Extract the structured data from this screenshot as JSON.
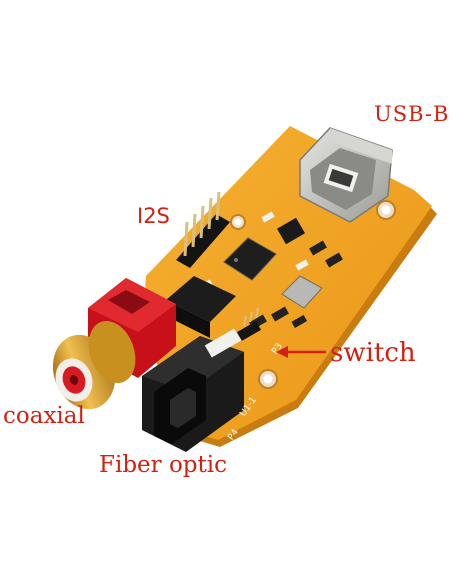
{
  "labels": {
    "usb": "USB-B",
    "i2s": "I2S",
    "switch": "switch",
    "coaxial": "coaxial",
    "fiber": "Fiber optic"
  },
  "silkscreen": {
    "p4": "P4",
    "p3": "P3",
    "u1": "U1-1"
  },
  "colors": {
    "board": "#f2a020",
    "board_shadow": "#d98810",
    "label_red": "#d42010",
    "rca_red": "#c8101a",
    "gold": "#d8a030",
    "usb_metal": "#c8c8c4",
    "optical_black": "#1a1a1a",
    "chip_black": "#202020",
    "white": "#ffffff"
  }
}
